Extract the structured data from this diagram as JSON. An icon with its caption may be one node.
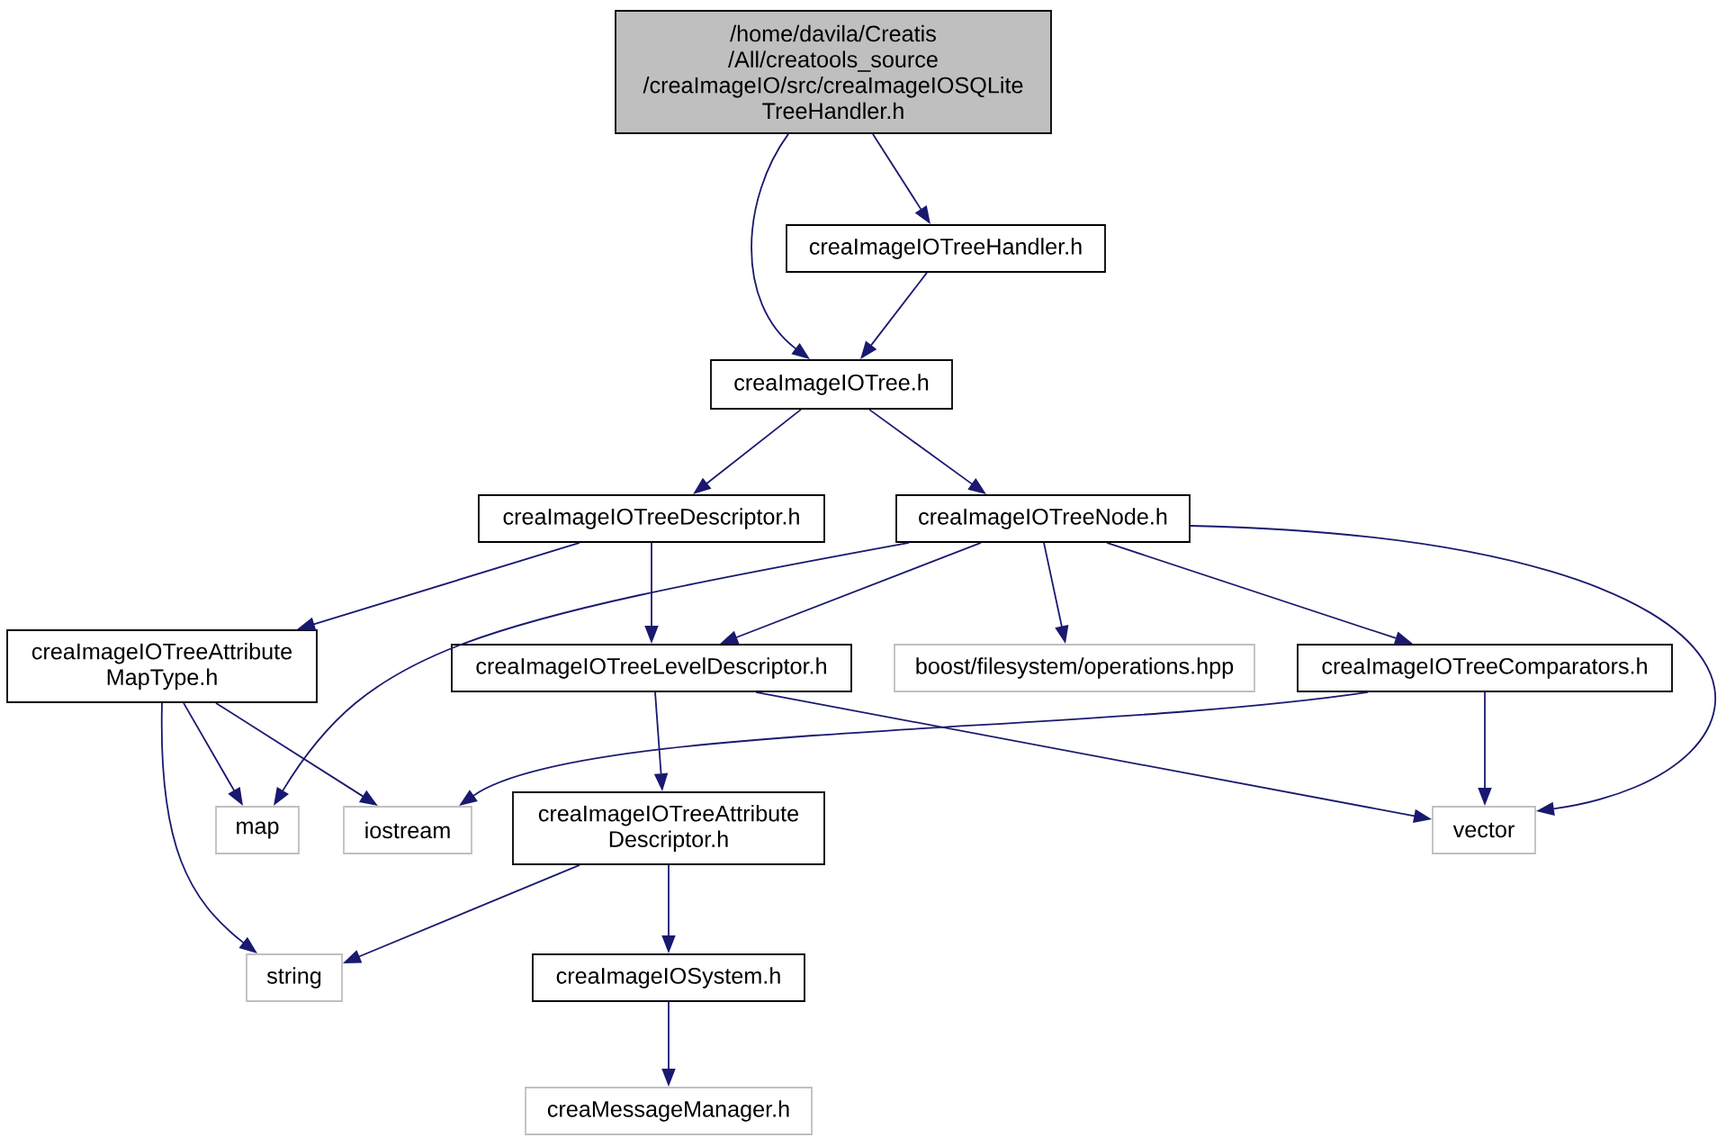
{
  "diagram": {
    "nodes": [
      {
        "text": [
          "/home/davila/Creatis /All/creatools_source /creaImageIO/src/creaImageIOSQLite TreeHandler.h"
        ]
      },
      {
        "text": [
          "creaImageIOTreeHandler.h"
        ]
      },
      {
        "text": [
          "creaImageIOTree.h"
        ]
      },
      {
        "text": [
          "creaImageIOTreeDescriptor.h"
        ]
      },
      {
        "text": [
          "creaImageIOTreeNode.h"
        ]
      },
      {
        "text": [
          "creaImageIOTreeAttribute MapType.h"
        ]
      },
      {
        "text": [
          "creaImageIOTreeLevelDescriptor.h"
        ]
      },
      {
        "text": [
          "boost/filesystem/operations.hpp"
        ]
      },
      {
        "text": [
          "creaImageIOTreeComparators.h"
        ]
      },
      {
        "text": [
          "map"
        ]
      },
      {
        "text": [
          "iostream"
        ]
      },
      {
        "text": [
          "creaImageIOTreeAttribute Descriptor.h"
        ]
      },
      {
        "text": [
          "vector"
        ]
      },
      {
        "text": [
          "string"
        ]
      },
      {
        "text": [
          "creaImageIOSystem.h"
        ]
      },
      {
        "text": [
          "creaMessageManager.h"
        ]
      }
    ],
    "edges": [
      {
        "from": 0,
        "to": 2,
        "arrow": "to"
      },
      {
        "from": 0,
        "to": 1,
        "arrow": "to"
      },
      {
        "from": 1,
        "to": 2,
        "arrow": "to"
      },
      {
        "from": 2,
        "to": 3,
        "arrow": "to"
      },
      {
        "from": 2,
        "to": 4,
        "arrow": "to"
      },
      {
        "from": 3,
        "to": 5,
        "arrow": "to"
      },
      {
        "from": 3,
        "to": 6,
        "arrow": "to"
      },
      {
        "from": 4,
        "to": 9,
        "arrow": "to"
      },
      {
        "from": 4,
        "to": 6,
        "arrow": "to"
      },
      {
        "from": 4,
        "to": 7,
        "arrow": "to"
      },
      {
        "from": 4,
        "to": 8,
        "arrow": "to"
      },
      {
        "from": 4,
        "to": 12,
        "arrow": "to"
      },
      {
        "from": 5,
        "to": 9,
        "arrow": "to"
      },
      {
        "from": 5,
        "to": 10,
        "arrow": "to"
      },
      {
        "from": 5,
        "to": 13,
        "arrow": "to"
      },
      {
        "from": 6,
        "to": 11,
        "arrow": "to"
      },
      {
        "from": 6,
        "to": 12,
        "arrow": "to"
      },
      {
        "from": 8,
        "to": 10,
        "arrow": "to"
      },
      {
        "from": 8,
        "to": 12,
        "arrow": "to"
      },
      {
        "from": 11,
        "to": 13,
        "arrow": "to"
      },
      {
        "from": 11,
        "to": 14,
        "arrow": "to"
      },
      {
        "from": 14,
        "to": 15,
        "arrow": "to"
      }
    ]
  }
}
